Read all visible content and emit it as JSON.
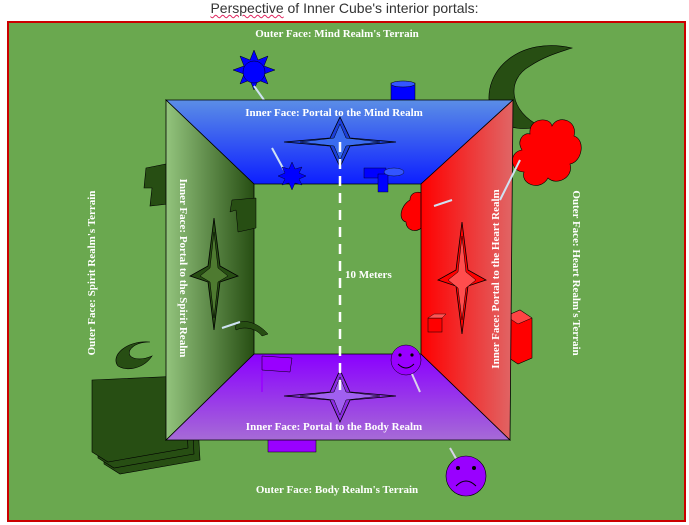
{
  "caption": {
    "first_word": "Perspective",
    "rest": " of Inner Cube's interior portals:"
  },
  "labels": {
    "outer_top": "Outer Face: Mind Realm's Terrain",
    "outer_bottom": "Outer Face: Body Realm's Terrain",
    "outer_left": "Outer Face: Spirit Realm's Terrain",
    "outer_right": "Outer Face: Heart Realm's Terrain",
    "inner_top": "Inner Face: Portal to the Mind Realm",
    "inner_bottom": "Inner Face: Portal to the Body Realm",
    "inner_left": "Inner Face: Portal to the Spirit Realm",
    "inner_right": "Inner Face: Portal to the Heart Realm",
    "measure": "10 Meters"
  },
  "colors": {
    "terrain": "#6aa84f",
    "frame_border": "#cc0000",
    "mind": "#1c3fd9",
    "body": "#8b2be2",
    "spirit": "#274e13",
    "heart": "#ff0000"
  }
}
